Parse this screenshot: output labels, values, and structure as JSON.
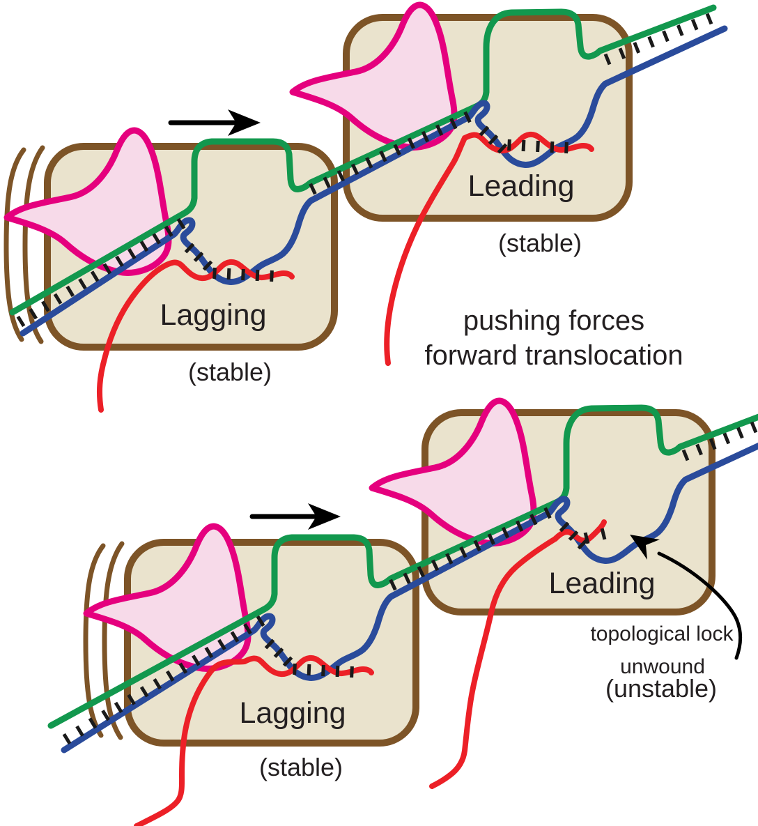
{
  "figure_title": "pushing forces forward translocation",
  "top": {
    "lagging_label": "Lagging",
    "lagging_state": "(stable)",
    "leading_label": "Leading",
    "leading_state": "(stable)",
    "caption1": "pushing forces",
    "caption2": "forward translocation"
  },
  "bottom": {
    "lagging_label": "Lagging",
    "lagging_state": "(stable)",
    "leading_label": "Leading",
    "annotation1": "topological lock",
    "annotation2": "unwound",
    "annotation_state": "(unstable)"
  },
  "icons": {
    "translocation-arrow": "right-arrow",
    "annotation-pointer-arrow": "curved-arrow-up-left"
  },
  "colors": {
    "green_strand": "#12984E",
    "blue_strand": "#2A4B9B",
    "red_strand": "#EC2027",
    "polymerase_outline": "#E5007E",
    "polymerase_fill": "#F7DAE9",
    "box_fill": "#EAE3CD",
    "box_border": "#7D5427",
    "tick": "#1A1A1A",
    "label_text": "#231F20",
    "arrow": "#000000",
    "bg": "#FFFFFF"
  }
}
